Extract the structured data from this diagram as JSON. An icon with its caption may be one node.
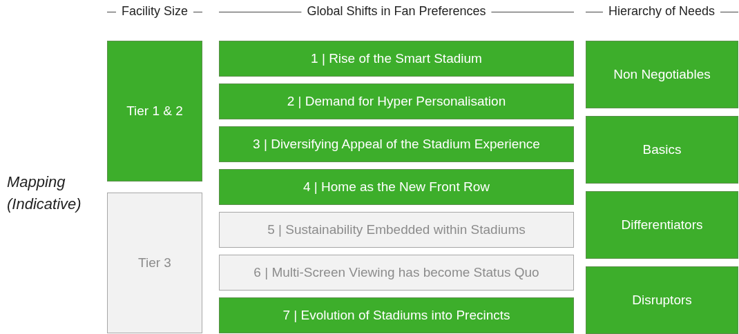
{
  "diagram": {
    "nodes": [
      {
        "text": [
          "Tier 1 & 2"
        ]
      },
      {
        "text": [
          "Tier 3"
        ]
      },
      {
        "text": [
          "1 | Rise of the Smart Stadium"
        ]
      },
      {
        "text": [
          "2 | Demand for Hyper Personalisation"
        ]
      },
      {
        "text": [
          "3 | Diversifying Appeal of the Stadium Experience"
        ]
      },
      {
        "text": [
          "4 | Home as the New Front Row"
        ]
      },
      {
        "text": [
          "5 | Sustainability Embedded within Stadiums"
        ]
      },
      {
        "text": [
          "6 | Multi-Screen Viewing has become Status Quo"
        ]
      },
      {
        "text": [
          "7 | Evolution of Stadiums into Precincts"
        ]
      },
      {
        "text": [
          "Non Negotiables"
        ]
      },
      {
        "text": [
          "Basics"
        ]
      },
      {
        "text": [
          "Differentiators"
        ]
      },
      {
        "text": [
          "Disruptors"
        ]
      }
    ],
    "labels": [
      "Facility Size",
      "Global Shifts in Fan Preferences",
      "Hierarchy of Needs",
      "Mapping (Indicative)"
    ]
  }
}
